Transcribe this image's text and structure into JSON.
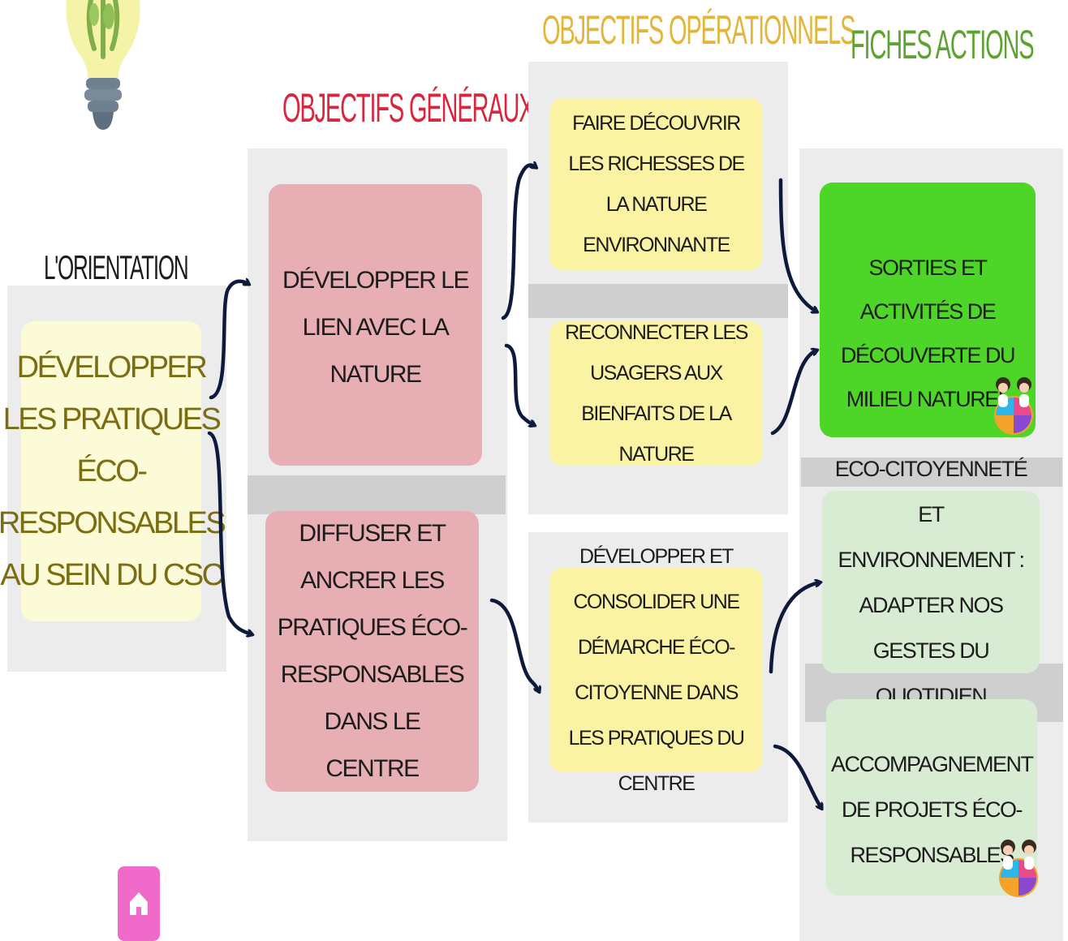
{
  "headings": {
    "orientation": "L'ORIENTATION",
    "generaux": "OBJECTIFS GÉNÉRAUX",
    "operationnels": "OBJECTIFS OPÉRATIONNELS",
    "fiches": "FICHES ACTIONS"
  },
  "colors": {
    "generaux_heading": "#d8263c",
    "operationnels_heading": "#e3b53b",
    "fiches_heading": "#5da331",
    "orientation_heading": "#1c1c1c",
    "arrow": "#0e1a3c"
  },
  "orientation": {
    "text": "DÉVELOPPER LES PRATIQUES ÉCO-RESPONSABLES AU SEIN DU CSC"
  },
  "generaux": [
    {
      "text": "DÉVELOPPER LE LIEN AVEC LA NATURE"
    },
    {
      "text": "DIFFUSER ET ANCRER LES PRATIQUES ÉCO-RESPONSABLES DANS LE CENTRE"
    }
  ],
  "operationnels": [
    {
      "text": "FAIRE DÉCOUVRIR LES RICHESSES DE LA NATURE ENVIRONNANTE"
    },
    {
      "text": "RECONNECTER LES USAGERS AUX BIENFAITS DE LA NATURE"
    },
    {
      "text": "DÉVELOPPER ET CONSOLIDER UNE DÉMARCHE ÉCO-CITOYENNE DANS LES PRATIQUES DU CENTRE"
    }
  ],
  "fiches": [
    {
      "text": "SORTIES ET ACTIVITÉS DE DÉCOUVERTE DU MILIEU NATUREL"
    },
    {
      "text": "ECO-CITOYENNETÉ ET ENVIRONNEMENT : ADAPTER NOS GESTES DU QUOTIDIEN"
    },
    {
      "text": "ACCOMPAGNEMENT DE PROJETS ÉCO-RESPONSABLES"
    }
  ],
  "icons": {
    "lightbulb": "lightbulb-icon",
    "family": "family-icon",
    "home": "home-icon"
  }
}
